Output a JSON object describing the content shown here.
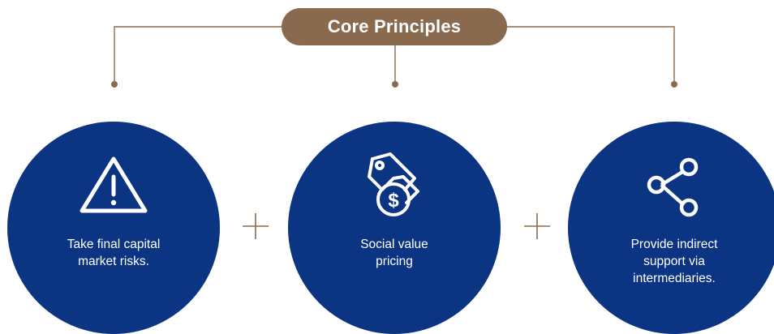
{
  "title": "Core Principles",
  "colors": {
    "accent_brown": "#8a6a4e",
    "circle_blue": "#0b3582",
    "plus_color": "#8a6a4e"
  },
  "principles": [
    {
      "icon": "warning-triangle-icon",
      "label": "Take final capital\nmarket risks."
    },
    {
      "icon": "price-tag-dollar-icon",
      "label": "Social value\npricing"
    },
    {
      "icon": "share-network-icon",
      "label": "Provide indirect\nsupport via\nintermediaries."
    }
  ]
}
